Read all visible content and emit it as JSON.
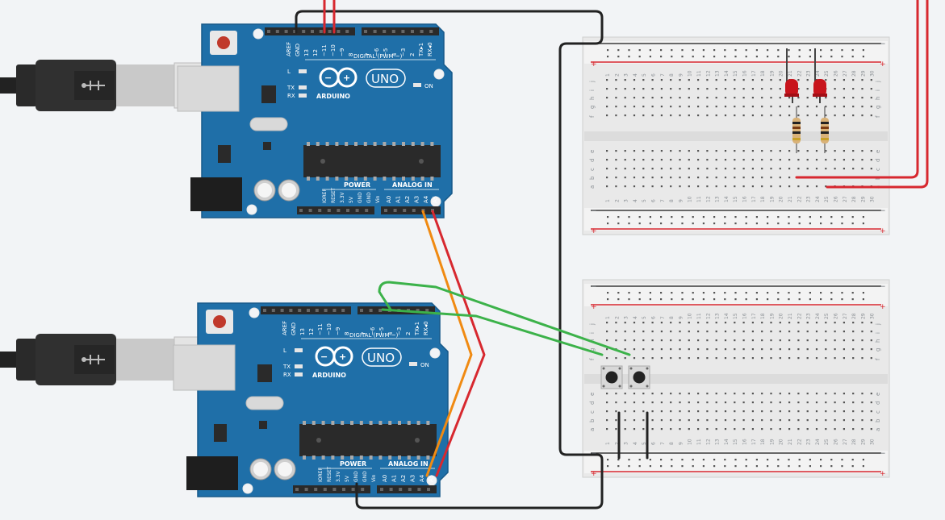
{
  "boards": [
    {
      "id": "uno-top",
      "digital_label": "DIGITAL (PWM ~)",
      "pin_labels_left": [
        "AREF",
        "GND",
        "13",
        "12",
        "~11",
        "~10",
        "~9",
        "8"
      ],
      "pin_labels_right": [
        "7",
        "~6",
        "~5",
        "4",
        "~3",
        "2",
        "TX▸1",
        "RX◂0"
      ],
      "logo_text": "ARDUINO",
      "model_text": "UNO",
      "on_label": "ON",
      "led_labels": [
        "L",
        "TX",
        "RX"
      ],
      "power_label": "POWER",
      "analog_label": "ANALOG IN",
      "power_pins": [
        "IOREF",
        "RESET",
        "3.3V",
        "5V",
        "GND",
        "GND",
        "Vin"
      ],
      "analog_pins": [
        "A0",
        "A1",
        "A2",
        "A3",
        "A4",
        "A5"
      ]
    },
    {
      "id": "uno-bottom",
      "digital_label": "DIGITAL (PWM ~)",
      "pin_labels_left": [
        "AREF",
        "GND",
        "13",
        "12",
        "~11",
        "~10",
        "~9",
        "8"
      ],
      "pin_labels_right": [
        "7",
        "~6",
        "~5",
        "4",
        "~3",
        "2",
        "TX▸1",
        "RX◂0"
      ],
      "logo_text": "ARDUINO",
      "model_text": "UNO",
      "on_label": "ON",
      "led_labels": [
        "L",
        "TX",
        "RX"
      ],
      "power_label": "POWER",
      "analog_label": "ANALOG IN",
      "power_pins": [
        "IOREF",
        "RESET",
        "3.3V",
        "5V",
        "GND",
        "GND",
        "Vin"
      ],
      "analog_pins": [
        "A0",
        "A1",
        "A2",
        "A3",
        "A4",
        "A5"
      ]
    }
  ],
  "breadboard": {
    "columns": 30,
    "rows_top": [
      "j",
      "i",
      "h",
      "g",
      "f"
    ],
    "rows_bottom": [
      "e",
      "d",
      "c",
      "b",
      "a"
    ],
    "rail_plus": "+",
    "rail_minus": "−"
  },
  "colors": {
    "background": "#f2f4f6",
    "board_blue": "#1f6fa8",
    "wire_red": "#d7282f",
    "wire_orange": "#f08a12",
    "wire_green": "#3cb24a",
    "wire_black": "#222222",
    "led_red": "#c8141c"
  }
}
